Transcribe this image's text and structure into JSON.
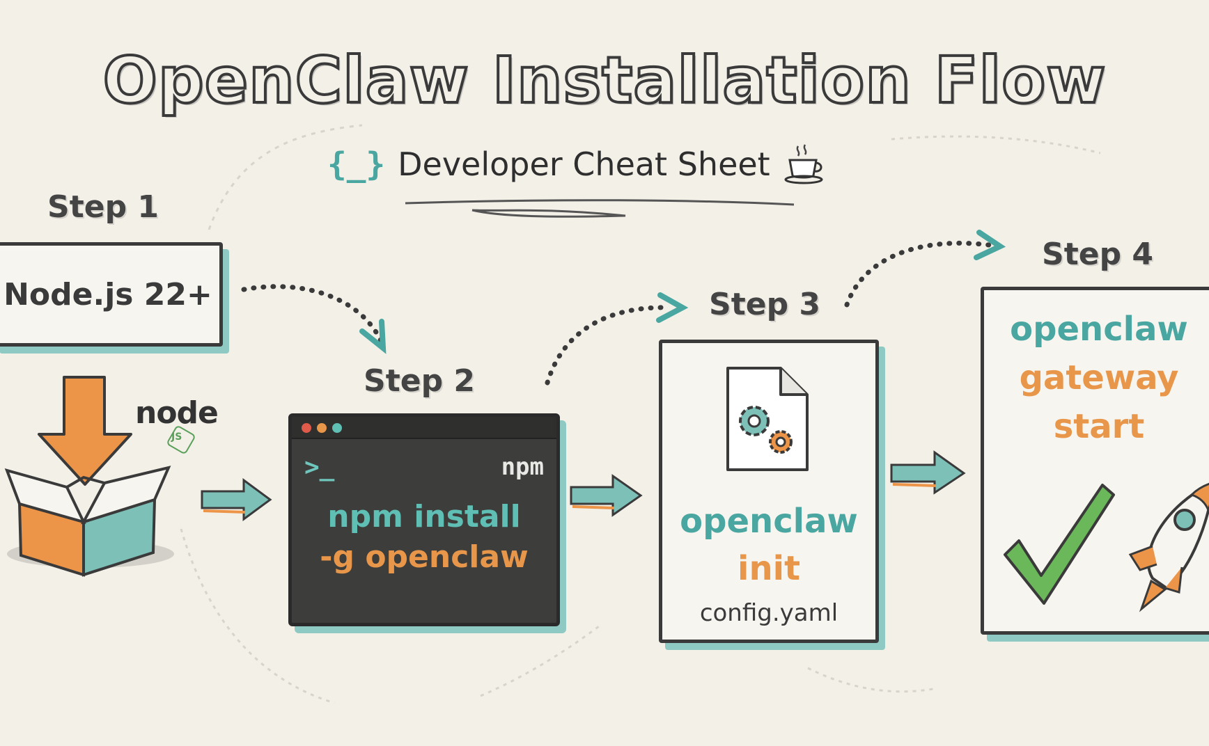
{
  "title": "OpenClaw Installation Flow",
  "subtitle": {
    "braces": "{_}",
    "text": "Developer Cheat Sheet",
    "icon": "coffee-cup-icon"
  },
  "steps": [
    {
      "label": "Step 1",
      "box_text": "Node.js 22+",
      "icons": [
        "download-arrow-icon",
        "box-icon",
        "node-logo"
      ],
      "logo_text": "node",
      "logo_badge": "JS"
    },
    {
      "label": "Step 2",
      "prompt": ">_",
      "brand": "npm",
      "command_line1": "npm install",
      "command_line2": "-g openclaw"
    },
    {
      "label": "Step 3",
      "icon": "config-file-gears-icon",
      "command_line1": "openclaw",
      "command_line2": "init",
      "file": "config.yaml"
    },
    {
      "label": "Step 4",
      "command_line1": "openclaw",
      "command_line2": "gateway",
      "command_line3": "start",
      "icons": [
        "checkmark-icon",
        "rocket-icon"
      ]
    }
  ],
  "colors": {
    "teal": "#4aa6a0",
    "orange": "#e8964a",
    "green": "#5aa05a",
    "ink": "#3a3a3a",
    "paper": "#f3f0e8"
  }
}
